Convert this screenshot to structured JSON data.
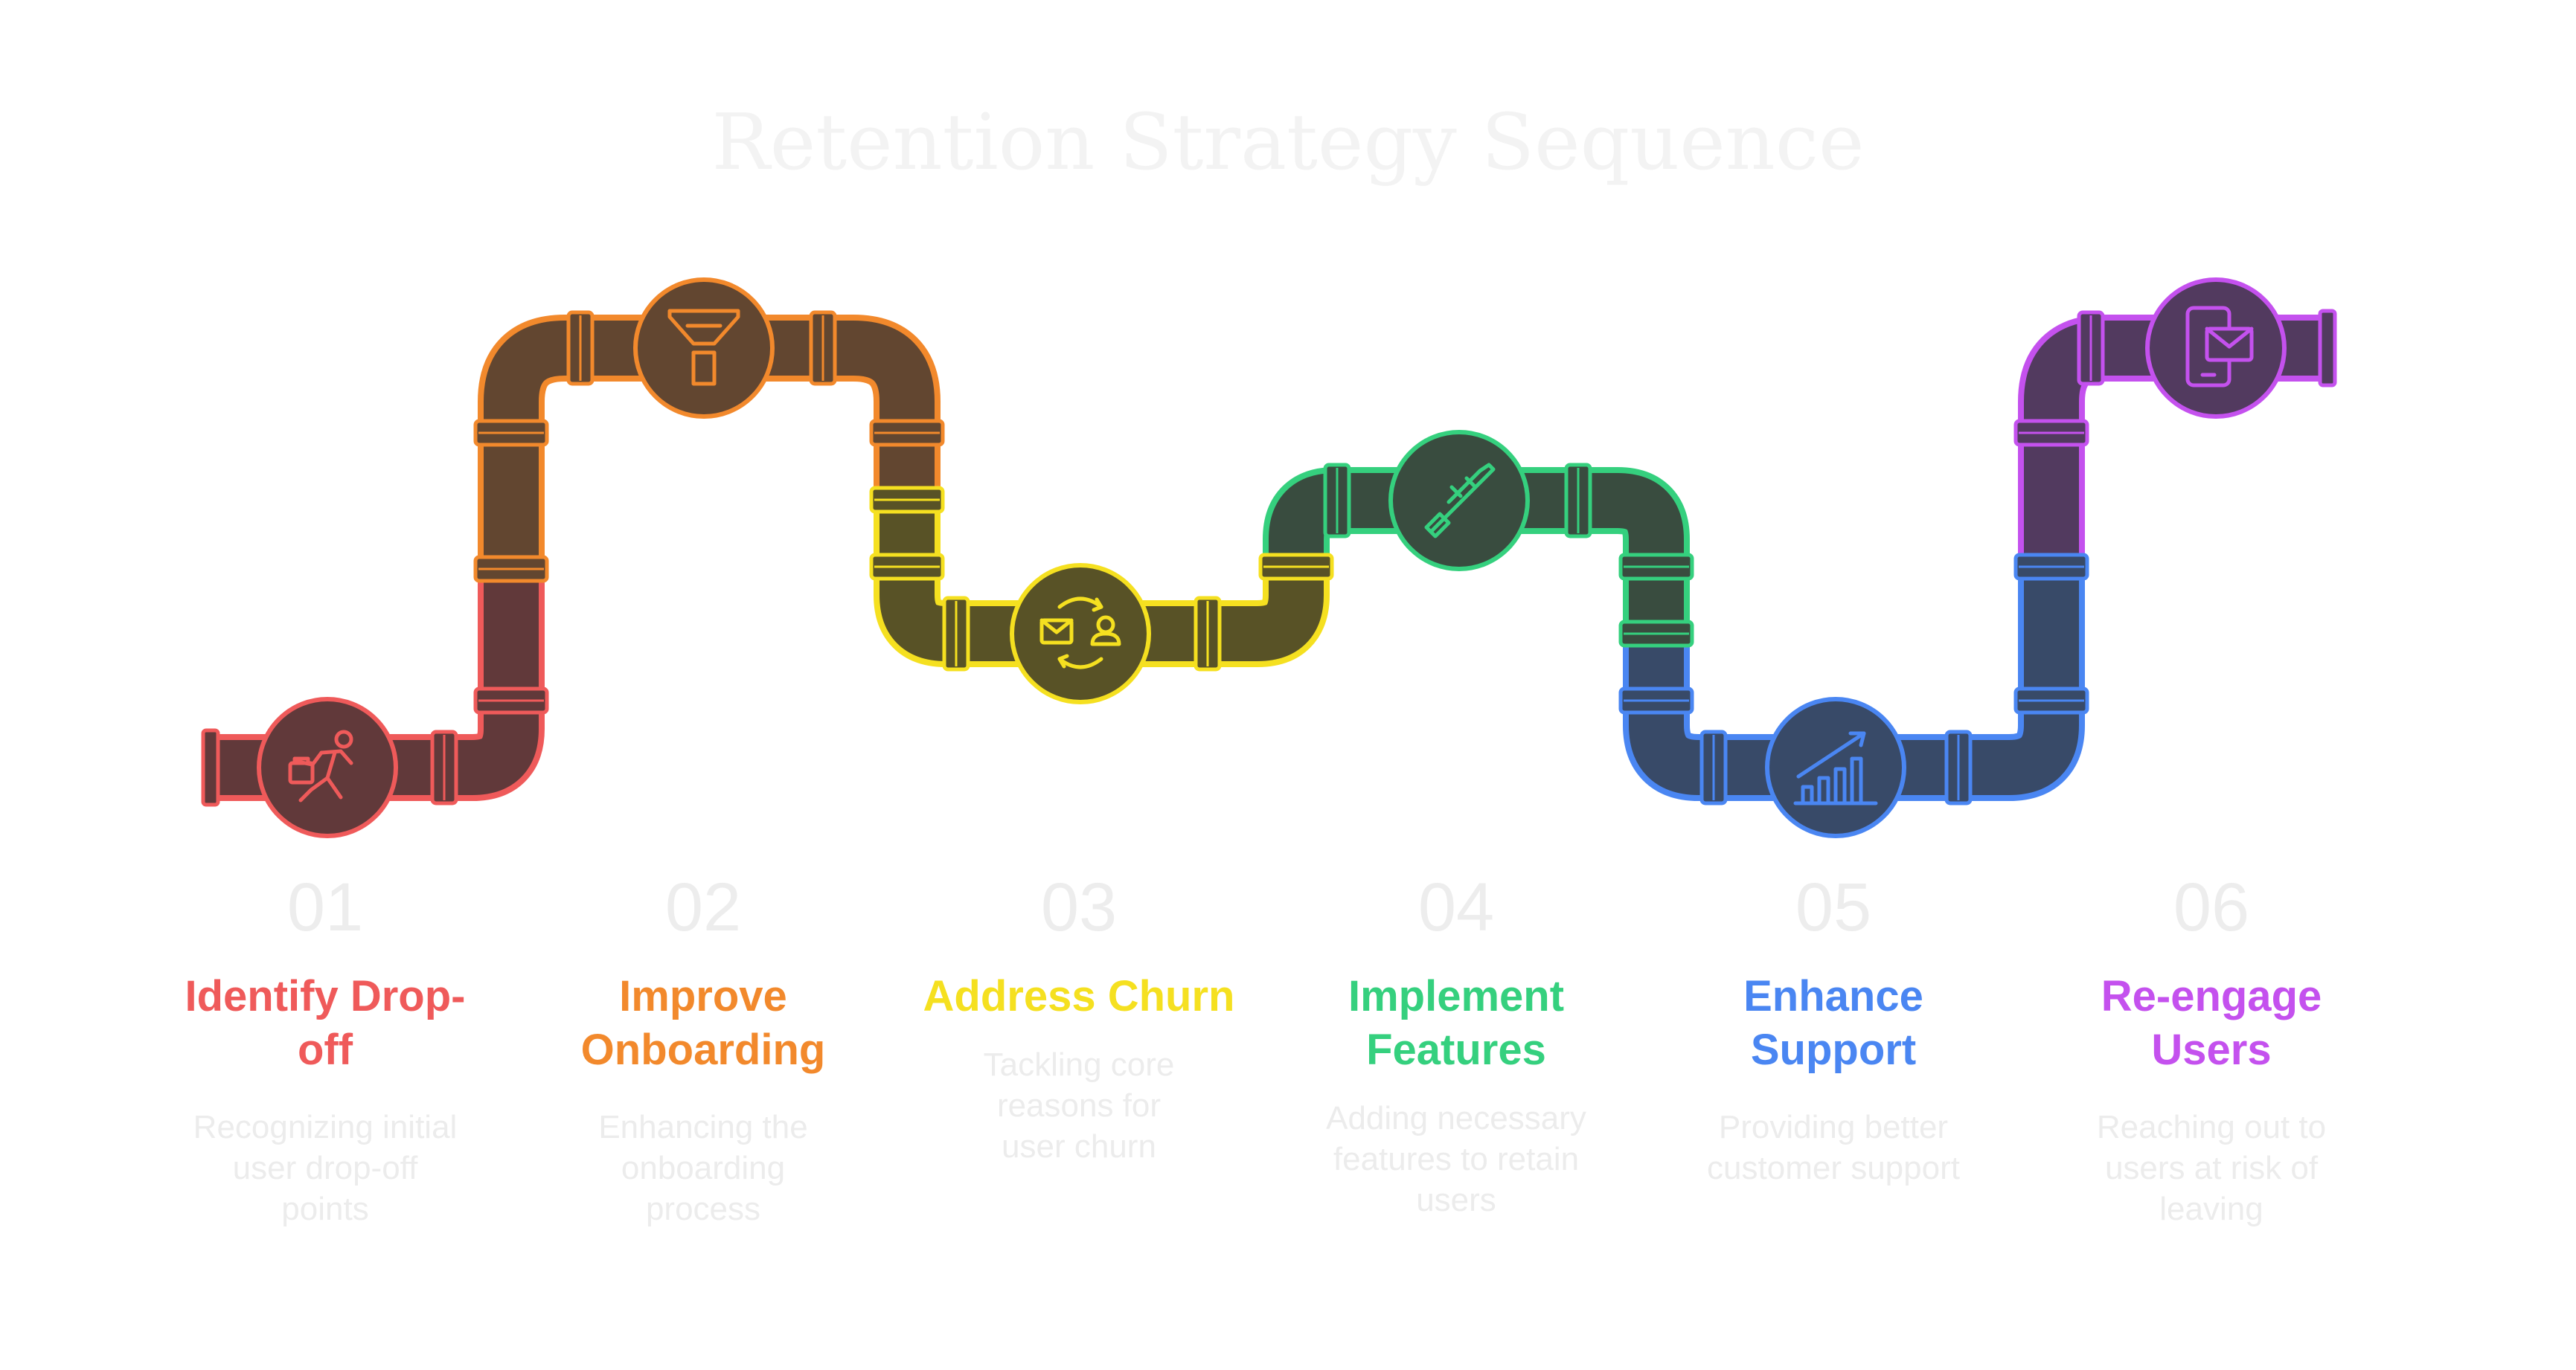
{
  "title": "Retention Strategy Sequence",
  "steps": [
    {
      "number": "01",
      "label": "Identify Drop-off",
      "description": "Recognizing initial user drop-off points",
      "color": "#ef5a5a",
      "fill": "#61393a",
      "icon": "person-running-icon"
    },
    {
      "number": "02",
      "label": "Improve Onboarding",
      "description": "Enhancing the onboarding process",
      "color": "#f2892c",
      "fill": "#624630",
      "icon": "funnel-icon"
    },
    {
      "number": "03",
      "label": "Address Churn",
      "description": "Tackling core reasons for user churn",
      "color": "#f5e020",
      "fill": "#585226",
      "icon": "email-cycle-user-icon"
    },
    {
      "number": "04",
      "label": "Implement Features",
      "description": "Adding necessary features to retain users",
      "color": "#35d07e",
      "fill": "#394c3f",
      "icon": "screwdriver-icon"
    },
    {
      "number": "05",
      "label": "Enhance Support",
      "description": "Providing better customer support",
      "color": "#4a86f2",
      "fill": "#384a68",
      "icon": "growth-chart-icon"
    },
    {
      "number": "06",
      "label": "Re-engage Users",
      "description": "Reaching out to users at risk of leaving",
      "color": "#c451ee",
      "fill": "#523a5f",
      "icon": "phone-message-icon"
    }
  ]
}
